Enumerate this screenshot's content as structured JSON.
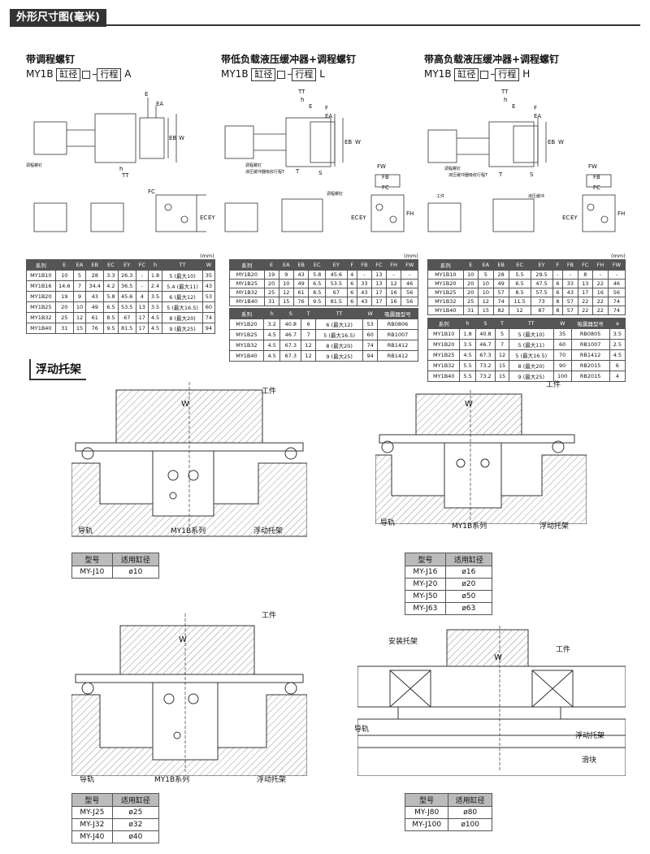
{
  "header": {
    "title": "外形尺寸图(毫米)"
  },
  "sections": [
    {
      "title": "带调程螺钉",
      "prefix": "MY1B",
      "box1": "缸径",
      "box2": "行程",
      "suffix": "A"
    },
    {
      "title": "带低负载液压缓冲器+调程螺钉",
      "prefix": "MY1B",
      "box1": "缸径",
      "box2": "行程",
      "suffix": "L"
    },
    {
      "title": "带高负载液压缓冲器+调程螺钉",
      "prefix": "MY1B",
      "box1": "缸径",
      "box2": "行程",
      "suffix": "H"
    }
  ],
  "unit": "(mm)",
  "table_a": {
    "headers": [
      "系列",
      "E",
      "EA",
      "EB",
      "EC",
      "EY",
      "FC",
      "h",
      "TT",
      "W"
    ],
    "rows": [
      [
        "MY1B10",
        "10",
        "5",
        "28",
        "3.3",
        "26.3",
        "-",
        "1.8",
        "5 (最大10)",
        "35"
      ],
      [
        "MY1B16",
        "14.6",
        "7",
        "34.4",
        "4.2",
        "36.5",
        "-",
        "2.4",
        "5.4 (最大11)",
        "43"
      ],
      [
        "MY1B20",
        "19",
        "9",
        "43",
        "5.8",
        "45.6",
        "4",
        "3.5",
        "6 (最大12)",
        "53"
      ],
      [
        "MY1B25",
        "20",
        "10",
        "49",
        "6.5",
        "53.5",
        "13",
        "3.5",
        "5 (最大16.5)",
        "60"
      ],
      [
        "MY1B32",
        "25",
        "12",
        "61",
        "8.5",
        "67",
        "17",
        "4.5",
        "8 (最大20)",
        "74"
      ],
      [
        "MY1B40",
        "31",
        "15",
        "76",
        "9.5",
        "81.5",
        "17",
        "4.5",
        "9 (最大25)",
        "94"
      ]
    ]
  },
  "table_l1": {
    "headers": [
      "系列",
      "E",
      "EA",
      "EB",
      "EC",
      "EY",
      "F",
      "FB",
      "FC",
      "FH",
      "FW"
    ],
    "rows": [
      [
        "MY1B20",
        "19",
        "9",
        "43",
        "5.8",
        "45.6",
        "4",
        "-",
        "13",
        "-",
        "-"
      ],
      [
        "MY1B25",
        "20",
        "10",
        "49",
        "6.5",
        "53.5",
        "6",
        "33",
        "13",
        "12",
        "46"
      ],
      [
        "MY1B32",
        "25",
        "12",
        "61",
        "8.5",
        "67",
        "6",
        "43",
        "17",
        "16",
        "56"
      ],
      [
        "MY1B40",
        "31",
        "15",
        "76",
        "9.5",
        "81.5",
        "6",
        "43",
        "17",
        "16",
        "56"
      ]
    ]
  },
  "table_l2": {
    "headers": [
      "系列",
      "h",
      "S",
      "T",
      "TT",
      "W",
      "吸震器型号"
    ],
    "rows": [
      [
        "MY1B20",
        "3.2",
        "40.8",
        "6",
        "6 (最大12)",
        "53",
        "RB0806"
      ],
      [
        "MY1B25",
        "4.5",
        "46.7",
        "7",
        "5 (最大16.5)",
        "60",
        "RB1007"
      ],
      [
        "MY1B32",
        "4.5",
        "67.3",
        "12",
        "8 (最大20)",
        "74",
        "RB1412"
      ],
      [
        "MY1B40",
        "4.5",
        "67.3",
        "12",
        "9 (最大25)",
        "94",
        "RB1412"
      ]
    ]
  },
  "table_h1": {
    "headers": [
      "系列",
      "E",
      "EA",
      "EB",
      "EC",
      "EY",
      "F",
      "FB",
      "FC",
      "FH",
      "FW"
    ],
    "rows": [
      [
        "MY1B10",
        "10",
        "5",
        "28",
        "5.5",
        "29.5",
        "-",
        "-",
        "8",
        "-",
        "-"
      ],
      [
        "MY1B20",
        "20",
        "10",
        "49",
        "6.5",
        "47.5",
        "6",
        "33",
        "13",
        "22",
        "46"
      ],
      [
        "MY1B25",
        "20",
        "10",
        "57",
        "8.5",
        "57.5",
        "6",
        "43",
        "17",
        "16",
        "56"
      ],
      [
        "MY1B32",
        "25",
        "12",
        "74",
        "11.5",
        "73",
        "8",
        "57",
        "22",
        "22",
        "74"
      ],
      [
        "MY1B40",
        "31",
        "15",
        "82",
        "12",
        "87",
        "8",
        "57",
        "22",
        "22",
        "74"
      ]
    ]
  },
  "table_h2": {
    "headers": [
      "系列",
      "h",
      "S",
      "T",
      "TT",
      "W",
      "吸震器型号",
      "a"
    ],
    "rows": [
      [
        "MY1B10",
        "1.8",
        "40.8",
        "5",
        "5 (最大10)",
        "35",
        "RB0805",
        "3.5"
      ],
      [
        "MY1B20",
        "3.5",
        "46.7",
        "7",
        "5 (最大11)",
        "60",
        "RB1007",
        "2.5"
      ],
      [
        "MY1B25",
        "4.5",
        "67.3",
        "12",
        "5 (最大16.5)",
        "70",
        "RB1412",
        "4.5"
      ],
      [
        "MY1B32",
        "5.5",
        "73.2",
        "15",
        "8 (最大20)",
        "90",
        "RB2015",
        "6"
      ],
      [
        "MY1B40",
        "5.5",
        "73.2",
        "15",
        "9 (最大25)",
        "100",
        "RB2015",
        "4"
      ]
    ]
  },
  "float_title": "浮动托架",
  "float_labels": {
    "workpiece": "工件",
    "guide": "导轨",
    "series": "MY1B系列",
    "bracket": "浮动托架",
    "mount": "安装托架",
    "slider": "滑块",
    "w": "W"
  },
  "model_tables": [
    {
      "h1": "型号",
      "h2": "适用缸径",
      "rows": [
        [
          "MY-J10",
          "ø10"
        ]
      ]
    },
    {
      "h1": "型号",
      "h2": "适用缸径",
      "rows": [
        [
          "MY-J16",
          "ø16"
        ],
        [
          "MY-J20",
          "ø20"
        ],
        [
          "MY-J50",
          "ø50"
        ],
        [
          "MY-J63",
          "ø63"
        ]
      ]
    },
    {
      "h1": "型号",
      "h2": "适用缸径",
      "rows": [
        [
          "MY-J25",
          "ø25"
        ],
        [
          "MY-J32",
          "ø32"
        ],
        [
          "MY-J40",
          "ø40"
        ]
      ]
    },
    {
      "h1": "型号",
      "h2": "适用缸径",
      "rows": [
        [
          "MY-J80",
          "ø80"
        ],
        [
          "MY-J100",
          "ø100"
        ]
      ]
    }
  ],
  "dim_labels": {
    "e": "E",
    "ea": "EA",
    "eb": "EB",
    "w": "W",
    "tt": "TT",
    "h": "h",
    "t": "T",
    "s": "S",
    "f": "F",
    "fw": "FW",
    "fb": "FB",
    "fc": "FC",
    "fh": "FH",
    "ec": "EC",
    "ey": "EY",
    "adj": "调程螺钉",
    "shock": "液压缓冲器吸收行程T",
    "work": "工件",
    "shock2": "液压缓冲"
  }
}
